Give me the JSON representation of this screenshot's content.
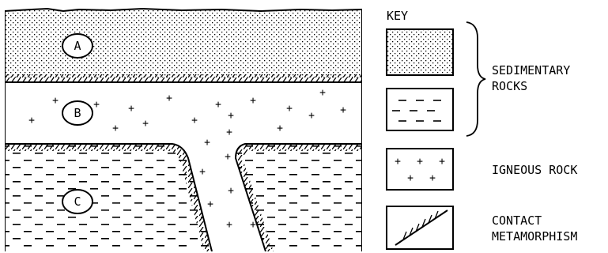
{
  "layers": {
    "a": "A",
    "b": "B",
    "c": "C"
  },
  "key": {
    "title": "KEY",
    "sedimentary_line1": "SEDIMENTARY",
    "sedimentary_line2": "ROCKS",
    "igneous": "IGNEOUS ROCK",
    "contact_line1": "CONTACT",
    "contact_line2": "METAMORPHISM"
  },
  "colors": {
    "ink": "#000000",
    "paper": "#ffffff"
  }
}
